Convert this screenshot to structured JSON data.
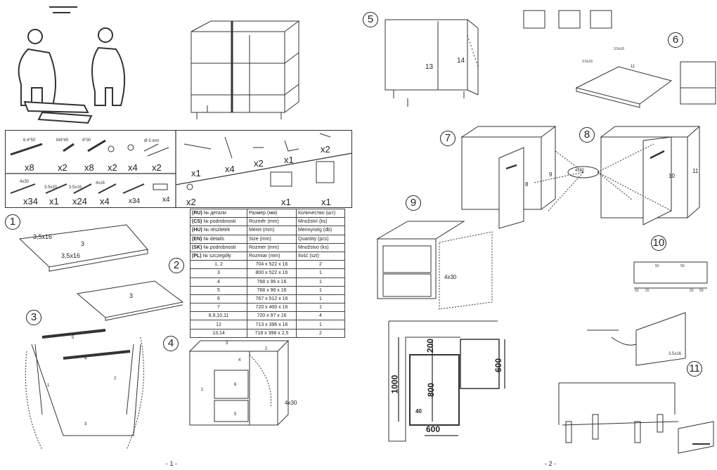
{
  "parts": {
    "fittings": [
      {
        "label": "6.4*50",
        "qty": "x8"
      },
      {
        "label": "M4*45",
        "qty": "x2"
      },
      {
        "label": "8*30",
        "qty": "x8"
      },
      {
        "label": "",
        "qty": "x2"
      },
      {
        "label": "",
        "qty": "x4"
      },
      {
        "label": "Ø 5 mm",
        "qty": "x2"
      }
    ],
    "screws": [
      {
        "label": "4x30",
        "qty": "x34"
      },
      {
        "label": "3.5x20",
        "qty": "x1"
      },
      {
        "label": "3.5x16",
        "qty": "x24"
      },
      {
        "label": "4x16",
        "qty": "x4"
      },
      {
        "label": "",
        "qty": "x34"
      },
      {
        "label": "",
        "qty": "x4"
      }
    ],
    "hardware": [
      "x1",
      "x4",
      "x2",
      "x1",
      "x2",
      "x2",
      "x1",
      "x1"
    ]
  },
  "table": {
    "header": [
      [
        "(RU)",
        "№ детали",
        "Размер  (мм)",
        "Количество (шт)"
      ],
      [
        "(CS)",
        "№ podrobnosti",
        "Rozměr (mm)",
        "Množství (ks)"
      ],
      [
        "(HU)",
        "№ részletek",
        "Méret (mm)",
        "Mennyiség (db)"
      ],
      [
        "(EN)",
        "№ details",
        "Size (mm)",
        "Quantity  (pcs)"
      ],
      [
        "(SK)",
        "№ podrobnosti",
        "Rozmer (mm)",
        "Množstvo (ks)"
      ],
      [
        "(PL)",
        "№ szczegóły",
        "Rozmiar (mm)",
        "Ilość (szt)"
      ]
    ],
    "rows": [
      [
        "1, 2",
        "704 x 522 x 16",
        "2"
      ],
      [
        "3",
        "800 x 522 x 16",
        "1"
      ],
      [
        "4",
        "768 x 96 x 16",
        "1"
      ],
      [
        "5",
        "768 x 96 x 16",
        "1"
      ],
      [
        "6",
        "767 x 512 x 16",
        "1"
      ],
      [
        "7",
        "720 x 400 x 16",
        "1"
      ],
      [
        "8,9,10,11",
        "720 x 97 x 16",
        "4"
      ],
      [
        "12",
        "713 x 396 x 16",
        "1"
      ],
      [
        "13,14",
        "718 x 398 x 2,5",
        "2"
      ]
    ]
  },
  "steps": {
    "s1": {
      "num": "1",
      "a": "3,5x16",
      "b": "3",
      "c": "3,5x16"
    },
    "s2": {
      "num": "2",
      "a": "3"
    },
    "s3": {
      "num": "3",
      "a": "5",
      "b": "4",
      "c": "1",
      "d": "2",
      "e": "3"
    },
    "s4": {
      "num": "4",
      "a": "3",
      "b": "2",
      "c": "4",
      "d": "1",
      "e": "6",
      "f": "5",
      "g": "4x30"
    },
    "s5": {
      "num": "5",
      "a": "13",
      "b": "14"
    },
    "s6": {
      "num": "6",
      "a": "3.5x16",
      "b": "3.5x16",
      "c": "11"
    },
    "s7": {
      "num": "7",
      "a": "8",
      "b": "9"
    },
    "s8": {
      "num": "8",
      "a": "4x30",
      "b": "10",
      "c": "11"
    },
    "s9": {
      "num": "9",
      "a": "4x30"
    },
    "s10": {
      "num": "10",
      "a": "50",
      "b": "20",
      "c": "20",
      "d": "50",
      "e": "50",
      "f": "50"
    },
    "s11": {
      "num": "11",
      "a": "3.5x16"
    }
  },
  "dimensions": {
    "d1000": "1000",
    "d200": "200",
    "d800": "800",
    "d600b": "600",
    "d600r": "600",
    "d40": "40"
  },
  "pages": {
    "p1": "- 1 -",
    "p2": "- 2 -"
  }
}
